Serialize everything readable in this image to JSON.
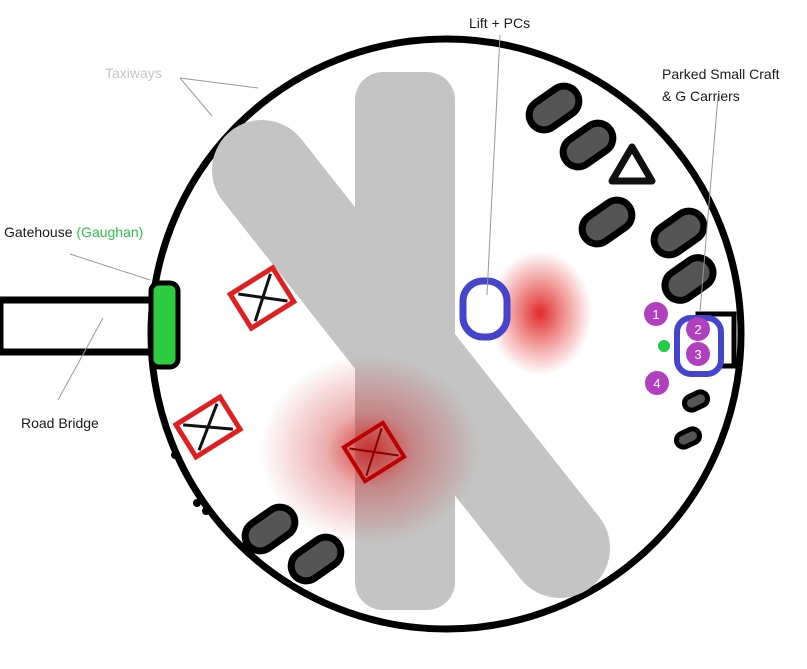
{
  "labels": {
    "taxiways": "Taxiways",
    "lift": "Lift + PCs",
    "parked_line1": "Parked Small Craft",
    "parked_line2": "& G Carriers",
    "gatehouse": "Gatehouse",
    "gatehouse_name": "(Gaughan)",
    "road_bridge": "Road Bridge"
  },
  "markers": [
    "1",
    "2",
    "3",
    "4"
  ],
  "colors": {
    "outline": "#000000",
    "taxiway": "#c4c4c4",
    "gatehouse": "#2ecc40",
    "lift": "#4444cc",
    "heat": "#e02020",
    "marker": "#b040c0",
    "green_dot": "#22cc44",
    "parked": "#555555"
  },
  "icons": [
    "crossed-box-icon",
    "triangle-icon"
  ]
}
